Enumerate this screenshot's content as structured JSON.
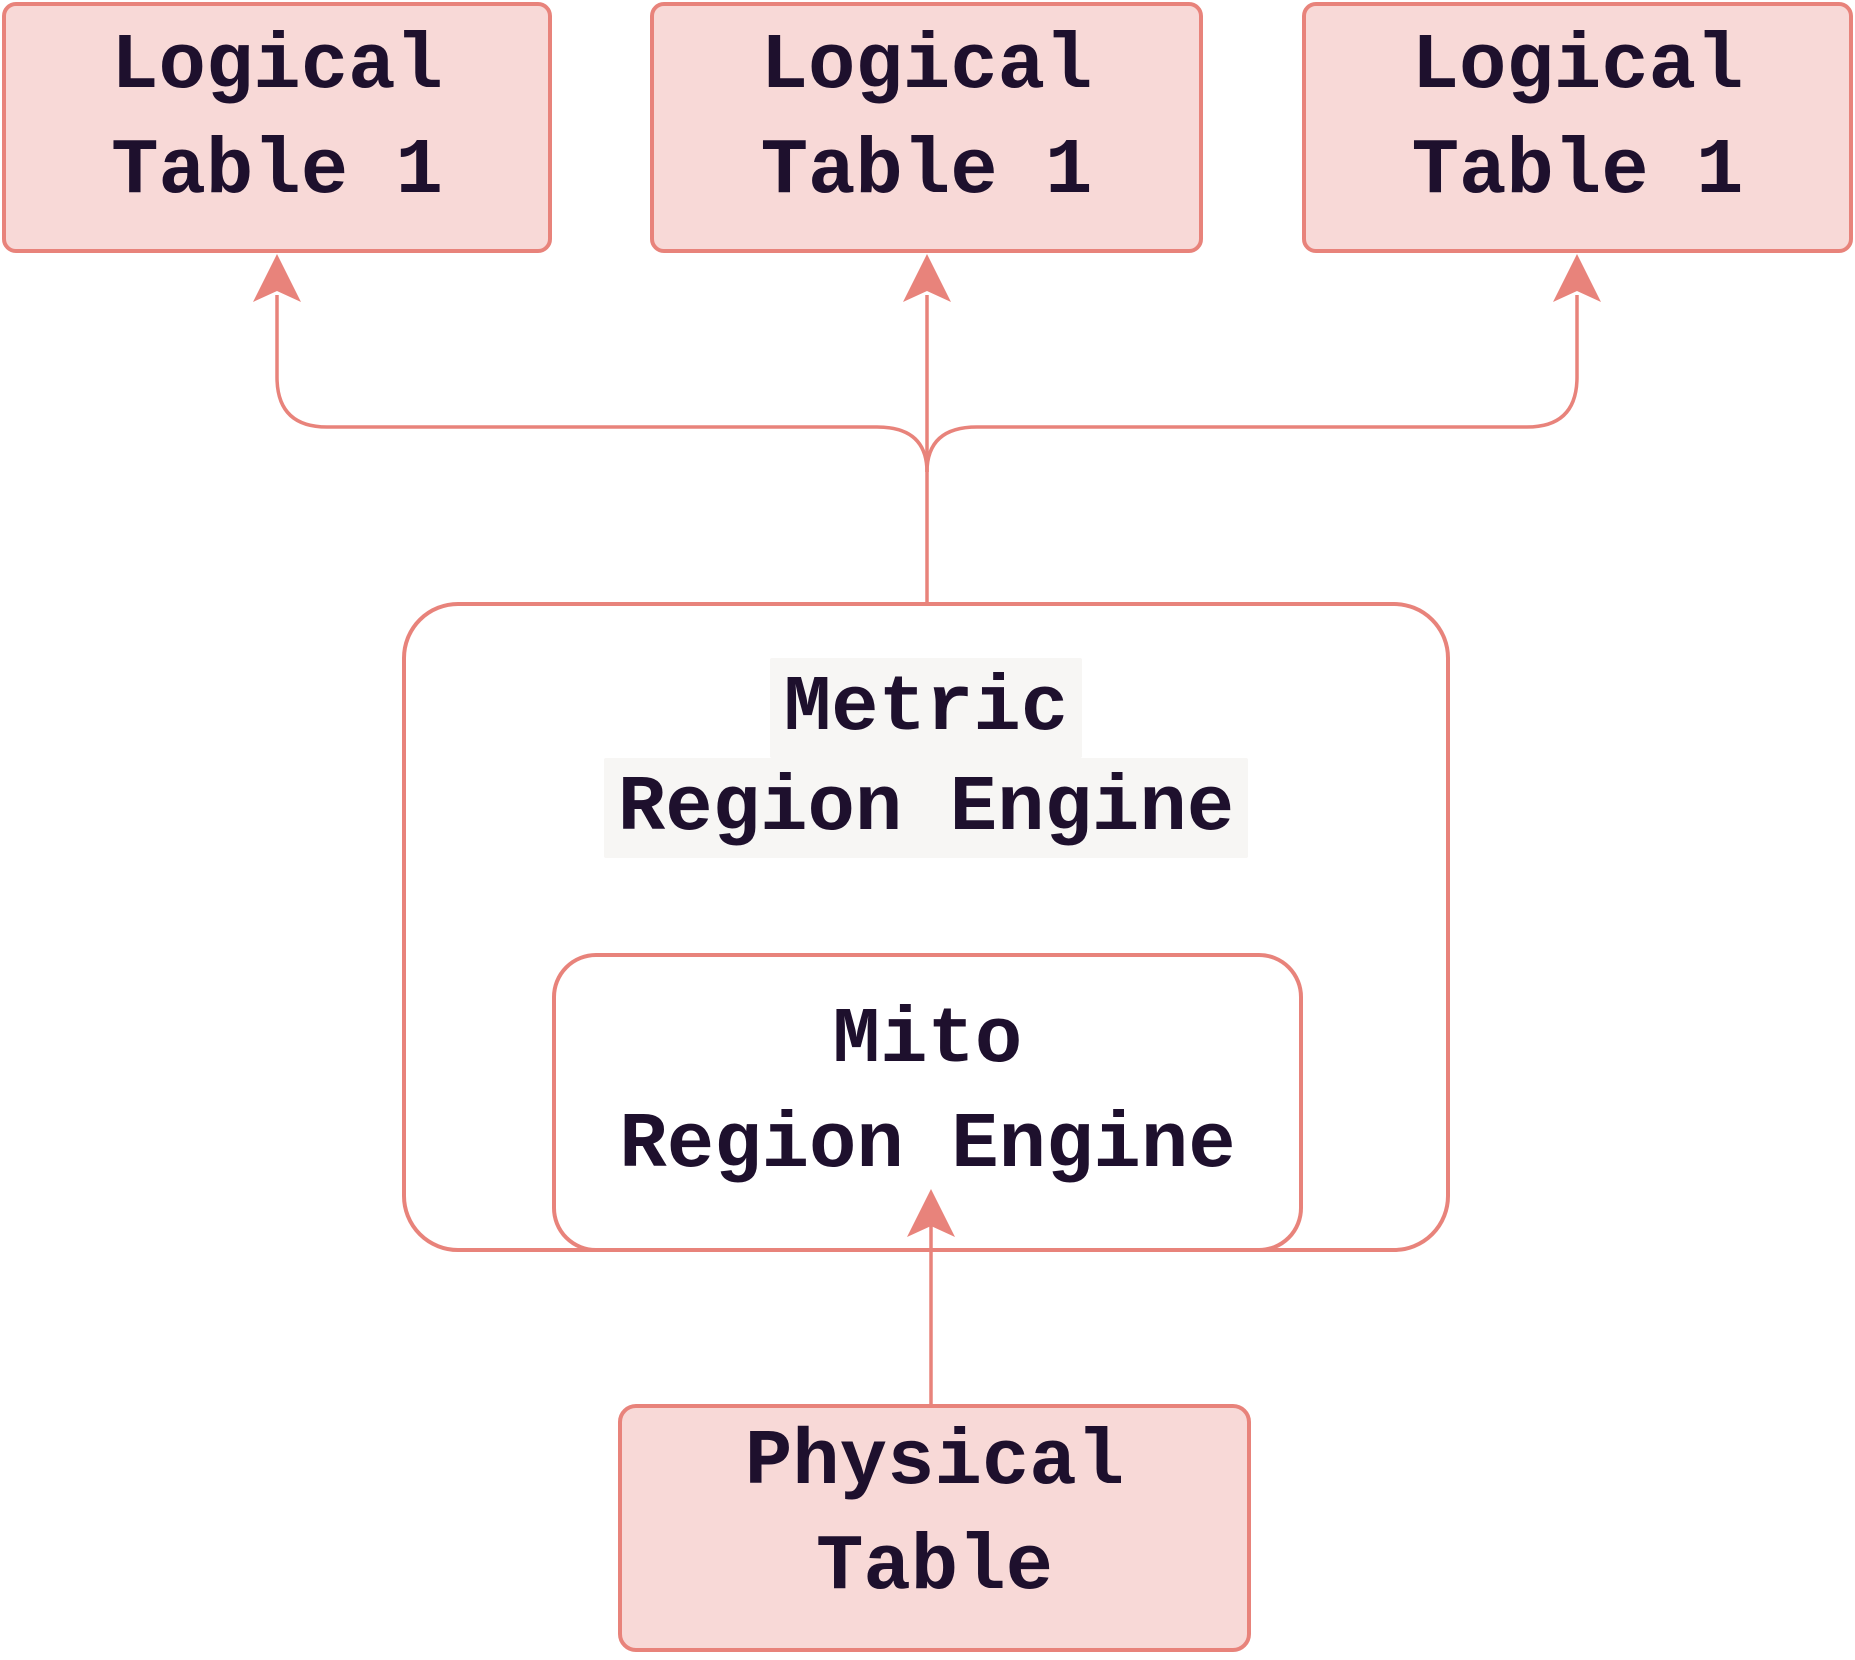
{
  "diagram": {
    "title": "Region engine mapping diagram",
    "colors": {
      "background": "#ffffff",
      "node_fill": "#f8d9d7",
      "engine_fill": "#ffffff",
      "stroke": "#e8837b",
      "text": "#1e102d",
      "label_highlight": "#f7f6f4"
    },
    "nodes": {
      "logical1": {
        "line1": "Logical",
        "line2": "Table 1"
      },
      "logical2": {
        "line1": "Logical",
        "line2": "Table 1"
      },
      "logical3": {
        "line1": "Logical",
        "line2": "Table 1"
      },
      "metric": {
        "line1": "Metric",
        "line2": "Region Engine"
      },
      "mito": {
        "line1": "Mito",
        "line2": "Region Engine"
      },
      "physical": {
        "line1": "Physical",
        "line2": "Table"
      }
    },
    "edges": [
      {
        "from": "metric",
        "to": "logical1",
        "arrow": "up"
      },
      {
        "from": "metric",
        "to": "logical2",
        "arrow": "up"
      },
      {
        "from": "metric",
        "to": "logical3",
        "arrow": "up"
      },
      {
        "from": "physical",
        "to": "mito",
        "arrow": "up"
      }
    ]
  }
}
